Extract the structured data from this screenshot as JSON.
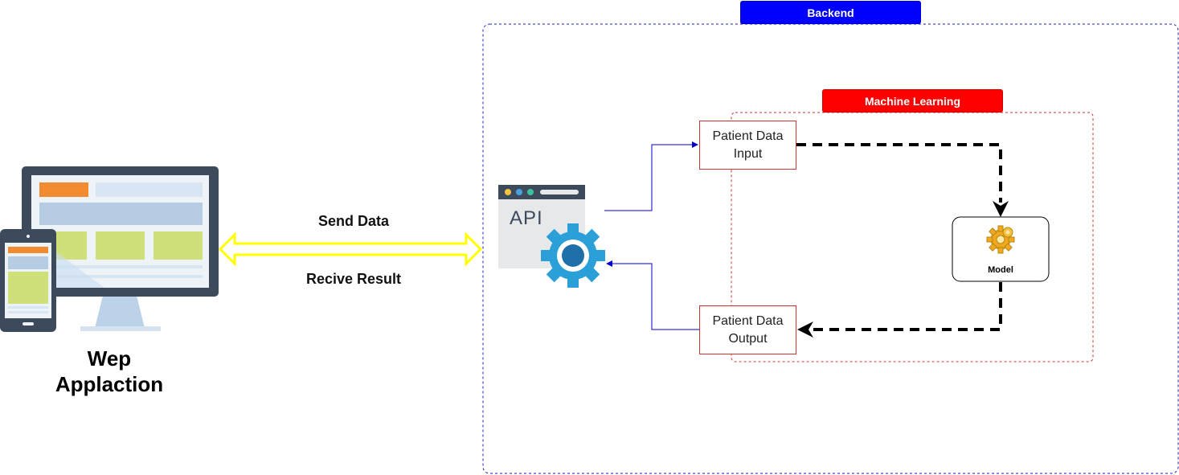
{
  "web_app": {
    "label_line1": "Wep",
    "label_line2": "Applaction"
  },
  "arrow": {
    "send_label": "Send Data",
    "receive_label": "Recive Result"
  },
  "backend": {
    "label": "Backend",
    "color": "#0000ff"
  },
  "ml": {
    "label": "Machine Learning",
    "color": "#ff0000"
  },
  "api": {
    "label": "API"
  },
  "boxes": {
    "input": "Patient Data\nInput",
    "output": "Patient Data\nOutput",
    "model": "Model"
  },
  "colors": {
    "arrow_yellow": "#ffff00",
    "connector_blue": "#0000cc",
    "ml_border": "#cc3333",
    "backend_border": "#1f1fbf"
  }
}
